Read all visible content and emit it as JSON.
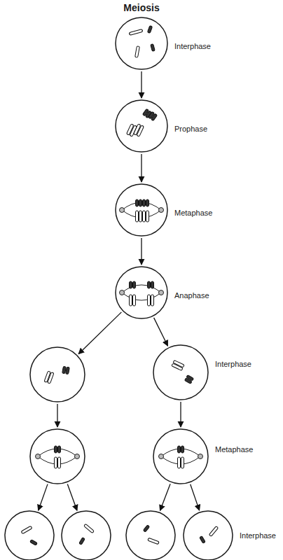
{
  "diagram": {
    "title": "Meiosis",
    "nodes": [
      {
        "text": [
          "Interphase"
        ]
      },
      {
        "text": [
          "Prophase"
        ]
      },
      {
        "text": [
          "Metaphase"
        ]
      },
      {
        "text": [
          "Anaphase"
        ]
      },
      {
        "text": []
      },
      {
        "text": [
          "Interphase"
        ]
      },
      {
        "text": []
      },
      {
        "text": [
          "Metaphase"
        ]
      },
      {
        "text": []
      },
      {
        "text": []
      },
      {
        "text": []
      },
      {
        "text": [
          "Interphase"
        ]
      }
    ],
    "edges": [
      {
        "from": 0,
        "to": 1,
        "arrow": "to"
      },
      {
        "from": 1,
        "to": 2,
        "arrow": "to"
      },
      {
        "from": 2,
        "to": 3,
        "arrow": "to"
      },
      {
        "from": 3,
        "to": 4,
        "arrow": "to"
      },
      {
        "from": 3,
        "to": 5,
        "arrow": "to"
      },
      {
        "from": 4,
        "to": 6,
        "arrow": "to"
      },
      {
        "from": 5,
        "to": 7,
        "arrow": "to"
      },
      {
        "from": 6,
        "to": 8,
        "arrow": "to"
      },
      {
        "from": 6,
        "to": 9,
        "arrow": "to"
      },
      {
        "from": 7,
        "to": 10,
        "arrow": "to"
      },
      {
        "from": 7,
        "to": 11,
        "arrow": "to"
      }
    ]
  }
}
